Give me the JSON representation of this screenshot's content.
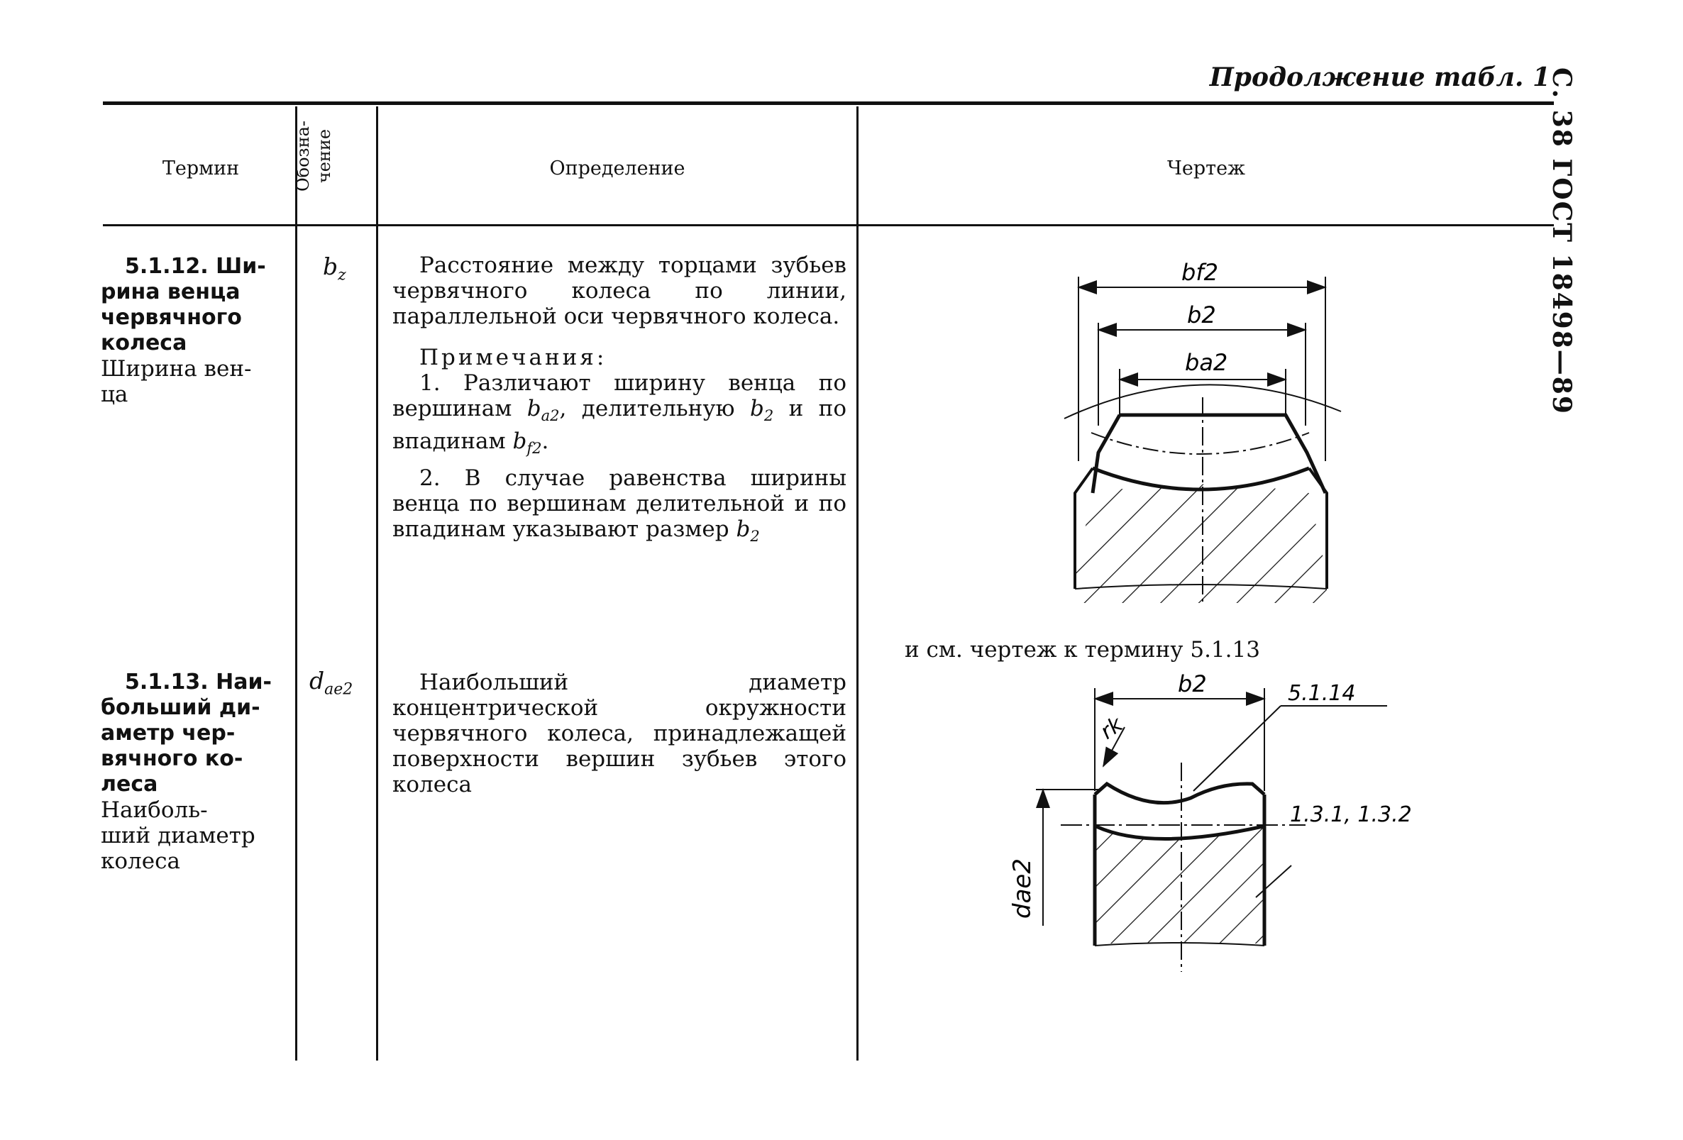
{
  "header": {
    "continuation": "Продолжение табл. 1",
    "side_number": "С. 38 ГОСТ 18498—89"
  },
  "table": {
    "columns": [
      "Термин",
      "Обозна-\nчение",
      "Определение",
      "Чертеж"
    ],
    "rows": [
      {
        "term_bold": "5.1.12. Ширина венца червячного колеса",
        "term_bold_lines": [
          "5.1.12. Ши-",
          "рина венца",
          "червячного",
          "колеса"
        ],
        "term_short_lines": [
          "Ширина вен-",
          "ца"
        ],
        "symbol_base": "b",
        "symbol_sub": "z",
        "definition": "Расстояние между торцами зубьев червячного колеса по линии, параллельной оси червячного колеса.",
        "note_title": "Примечания:",
        "note1_a": "1. Различают ширину венца по вершинам ",
        "note1_b1": "b",
        "note1_b1_sub": "a2",
        "note1_c": ", делительную ",
        "note1_b2": "b",
        "note1_b2_sub": "2",
        "note1_d": " и по впадинам ",
        "note1_b3": "b",
        "note1_b3_sub": "f2",
        "note1_e": ".",
        "note2_a": "2. В случае равенства ширины венца по вершинам делительной и по впадинам указывают размер ",
        "note2_b": "b",
        "note2_b_sub": "2",
        "drawing_labels": {
          "bf2": "bf2",
          "b2": "b2",
          "ba2": "ba2"
        },
        "see_note": "и см. чертеж к термину 5.1.13"
      },
      {
        "term_bold_lines": [
          "5.1.13. Наи-",
          "больший ди-",
          "аметр чер-",
          "вячного ко-",
          "леса"
        ],
        "term_short_lines": [
          "Наиболь-",
          "ший диаметр",
          "колеса"
        ],
        "symbol_base": "d",
        "symbol_sub": "ae2",
        "definition": "Наибольший диаметр концентрической окружности червячного колеса, принадлежащей поверхности вершин зубьев этого колеса",
        "drawing_labels": {
          "b2": "b2",
          "ref1": "5.1.14",
          "ref2": "1.3.1, 1.3.2",
          "rk": "rk",
          "dae2": "dae2"
        }
      }
    ]
  }
}
